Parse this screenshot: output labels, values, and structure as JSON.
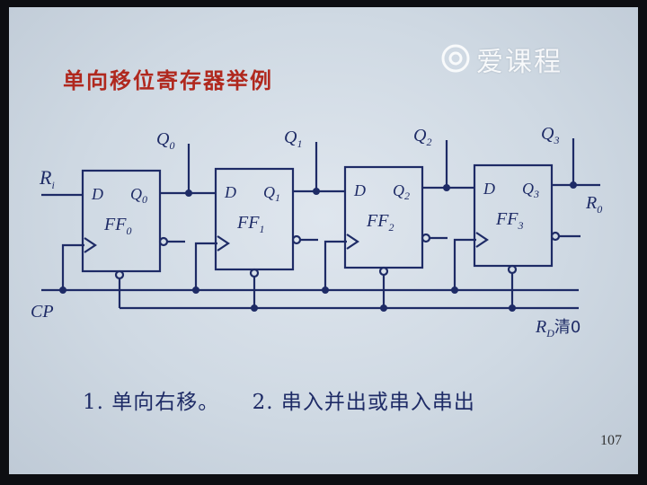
{
  "title": "单向移位寄存器举例",
  "watermark": "爱课程",
  "labels": {
    "ri_main": "R",
    "ri_sub": "i",
    "cp": "CP",
    "r0_main": "R",
    "r0_sub": "0",
    "rd_main": "R",
    "rd_sub": "D",
    "rd_suffix": "清0"
  },
  "flipflops": [
    {
      "d": "D",
      "q": "Q",
      "q_sub": "0",
      "ff": "FF",
      "ff_sub": "0",
      "out": "Q",
      "out_sub": "0"
    },
    {
      "d": "D",
      "q": "Q",
      "q_sub": "1",
      "ff": "FF",
      "ff_sub": "1",
      "out": "Q",
      "out_sub": "1"
    },
    {
      "d": "D",
      "q": "Q",
      "q_sub": "2",
      "ff": "FF",
      "ff_sub": "2",
      "out": "Q",
      "out_sub": "2"
    },
    {
      "d": "D",
      "q": "Q",
      "q_sub": "3",
      "ff": "FF",
      "ff_sub": "3",
      "out": "Q",
      "out_sub": "3"
    }
  ],
  "caption": {
    "item1": "1. 单向右移。",
    "item2": "2. 串入并出或串入串出"
  },
  "page_number": "107"
}
